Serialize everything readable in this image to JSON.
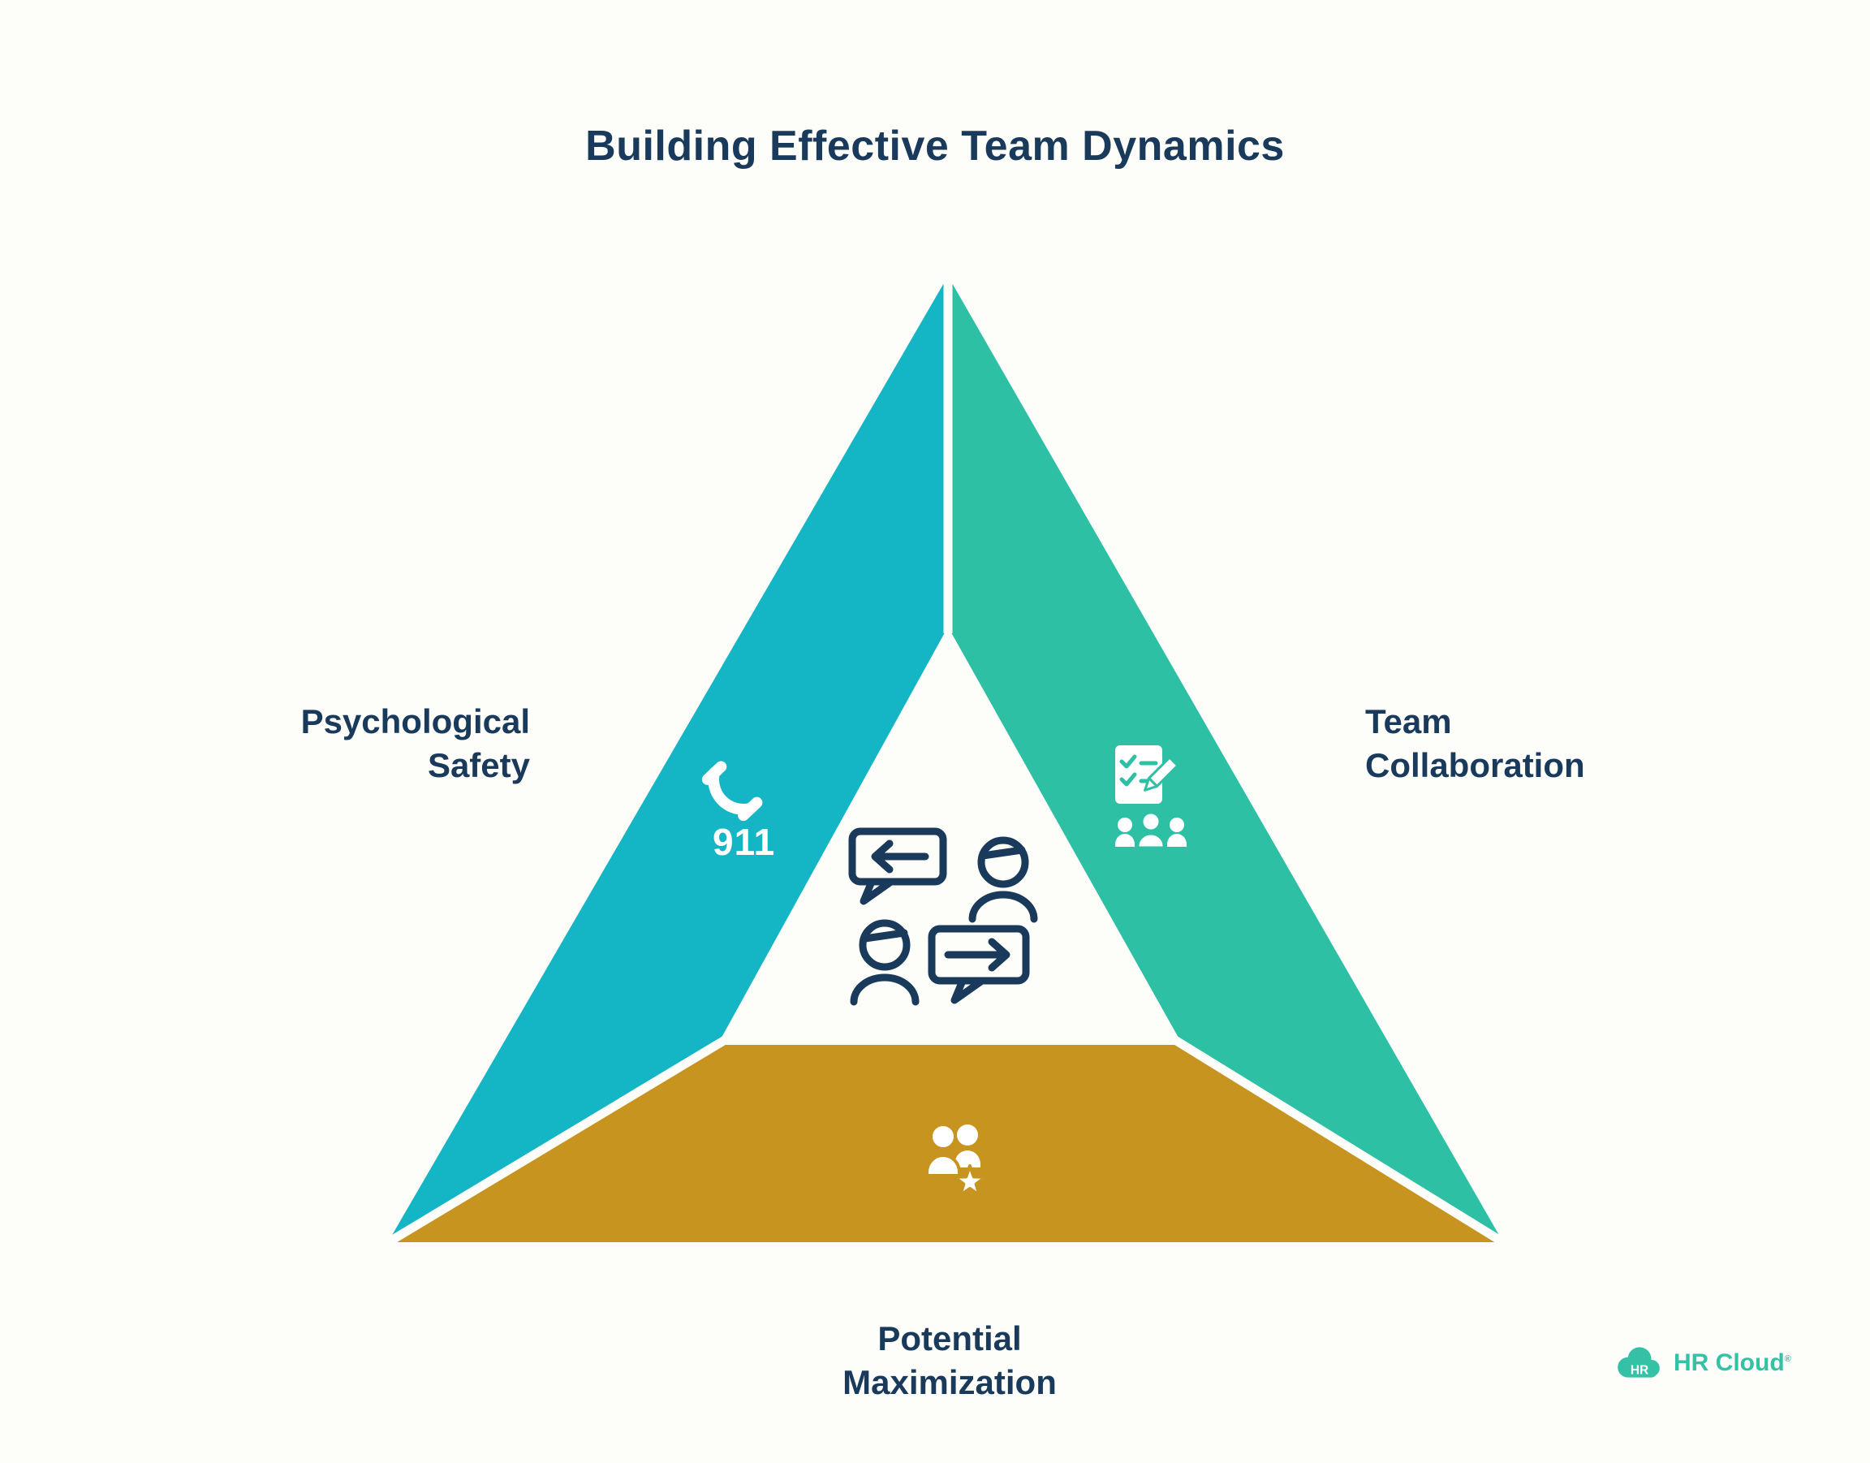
{
  "title": "Building Effective Team Dynamics",
  "triangle": {
    "left": {
      "label": "Psychological\nSafety",
      "color": "#14b6c6",
      "icon": "phone-911-icon",
      "phone_text": "911"
    },
    "right": {
      "label": "Team\nCollaboration",
      "color": "#2ec0a4",
      "icon": "checklist-team-icon"
    },
    "bottom": {
      "label": "Potential\nMaximization",
      "color": "#c6941f",
      "icon": "person-star-icon"
    }
  },
  "center_icon": "conversation-people-icon",
  "colors": {
    "text_navy": "#1a3a5c",
    "background": "#fdfdfa",
    "icon_white": "#ffffff",
    "logo_teal": "#35c1a5"
  },
  "logo": {
    "cloud_text": "HR",
    "wordmark": "HR Cloud",
    "trademark": "®"
  }
}
